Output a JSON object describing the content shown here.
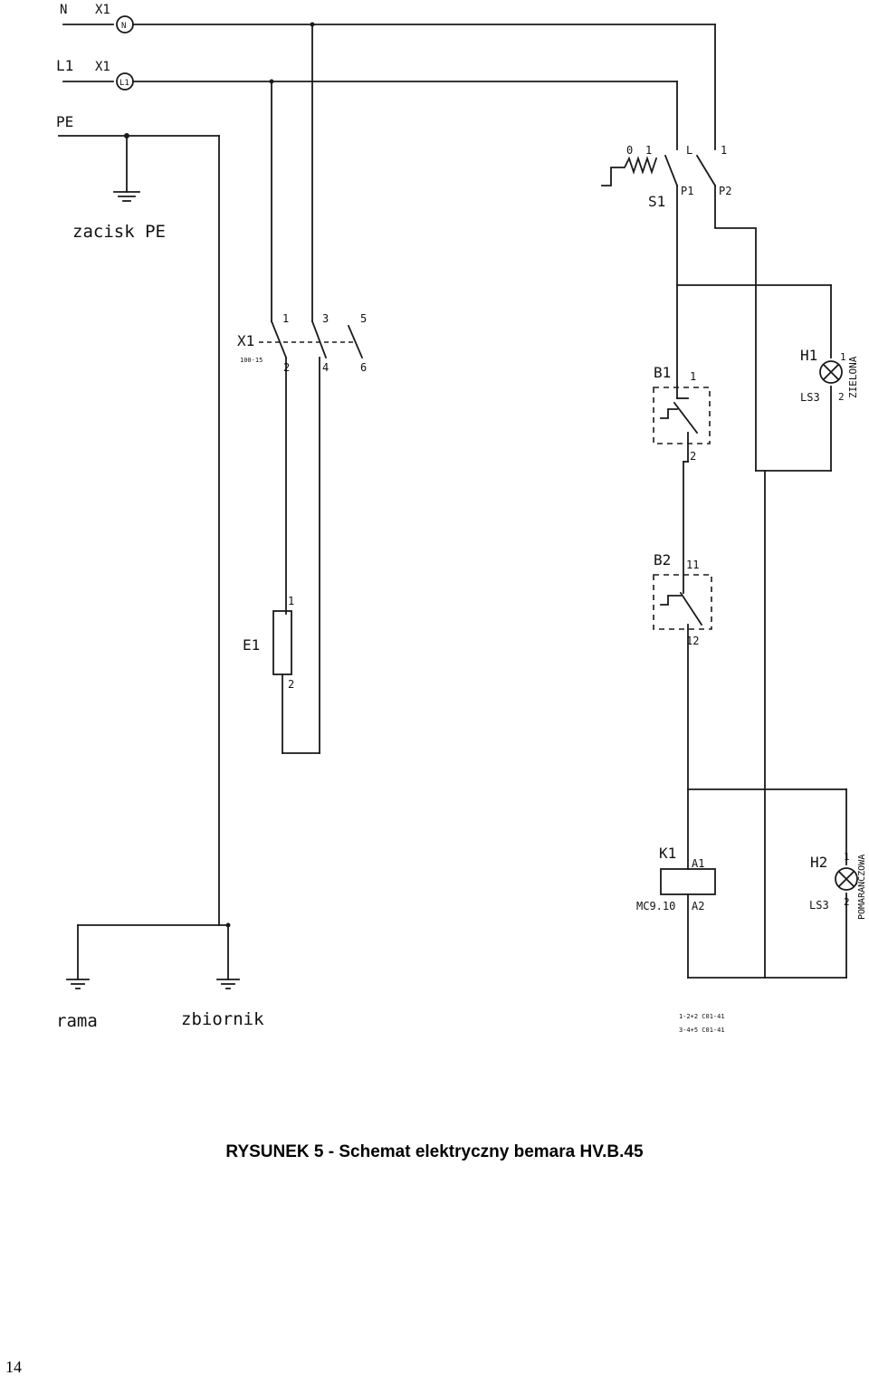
{
  "labels": {
    "N": "N",
    "X1_N": "X1",
    "term_N": "N",
    "L1": "L1",
    "X1_L1": "X1",
    "term_L1": "L1",
    "PE": "PE",
    "zacisk_pe": "zacisk PE",
    "S1": "S1",
    "S1_pos0": "0",
    "S1_pos1": "1",
    "S1_posL": "L",
    "S1_pos1b": "1",
    "P1": "P1",
    "P2": "P2",
    "X1_block": "X1",
    "X1_block_sub": "100-15",
    "X1_t1": "1",
    "X1_t3": "3",
    "X1_t5": "5",
    "X1_t2": "2",
    "X1_t4": "4",
    "X1_t6": "6",
    "B1": "B1",
    "B1_t1": "1",
    "B1_t2": "2",
    "H1": "H1",
    "H1_type": "LS3",
    "H1_t1": "1",
    "H1_t2": "2",
    "H1_color": "ZIELONA",
    "B2": "B2",
    "B2_t11": "11",
    "B2_t12": "12",
    "E1": "E1",
    "E1_t1": "1",
    "E1_t2": "2",
    "K1": "K1",
    "K1_type": "MC9.10",
    "K1_A1": "A1",
    "K1_A2": "A2",
    "H2": "H2",
    "H2_type": "LS3",
    "H2_t1": "1",
    "H2_t2": "2",
    "H2_color": "POMARAŃCZOWA",
    "rama": "rama",
    "zbiornik": "zbiornik",
    "note1": "1-2+2  C01-41",
    "note2": "3-4+5  C01-41"
  },
  "caption": "RYSUNEK 5 - Schemat elektryczny bemara HV.B.45",
  "page_number": "14"
}
